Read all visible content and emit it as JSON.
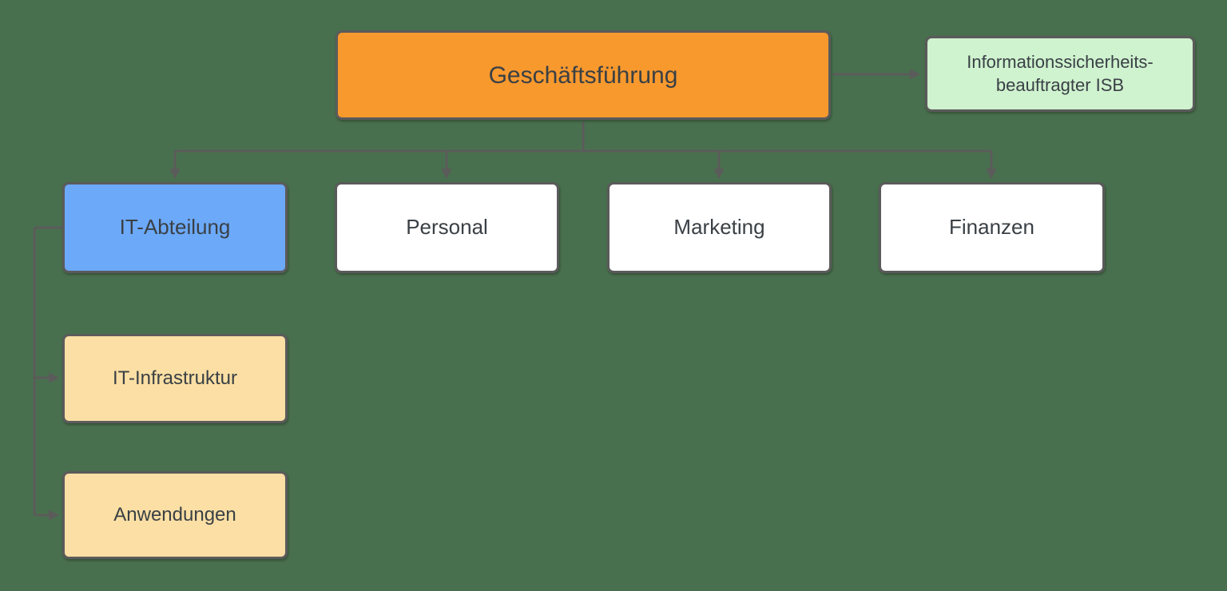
{
  "canvas": {
    "background": "#49704E",
    "line_color": "#5B5B5B",
    "text_color": "#3A4045"
  },
  "chart_title": "",
  "nodes": {
    "geschaeftsfuehrung": {
      "label": "Geschäftsführung",
      "fill": "#F8992E"
    },
    "isb": {
      "label": "Informationssicherheits-beauftragter ISB",
      "label_lines": [
        "Informationssicherheits-",
        "beauftragter ISB"
      ],
      "fill": "#CFF2CF"
    },
    "it_abteilung": {
      "label": "IT-Abteilung",
      "fill": "#6CA9F8"
    },
    "personal": {
      "label": "Personal",
      "fill": "#FFFFFF"
    },
    "marketing": {
      "label": "Marketing",
      "fill": "#FFFFFF"
    },
    "finanzen": {
      "label": "Finanzen",
      "fill": "#FFFFFF"
    },
    "it_infrastruktur": {
      "label": "IT-Infrastruktur",
      "fill": "#FBDFA4"
    },
    "anwendungen": {
      "label": "Anwendungen",
      "fill": "#FBDFA4"
    }
  },
  "edges": [
    {
      "from": "geschaeftsfuehrung",
      "to": "isb"
    },
    {
      "from": "geschaeftsfuehrung",
      "to": "it_abteilung"
    },
    {
      "from": "geschaeftsfuehrung",
      "to": "personal"
    },
    {
      "from": "geschaeftsfuehrung",
      "to": "marketing"
    },
    {
      "from": "geschaeftsfuehrung",
      "to": "finanzen"
    },
    {
      "from": "it_abteilung",
      "to": "it_infrastruktur"
    },
    {
      "from": "it_abteilung",
      "to": "anwendungen"
    }
  ]
}
